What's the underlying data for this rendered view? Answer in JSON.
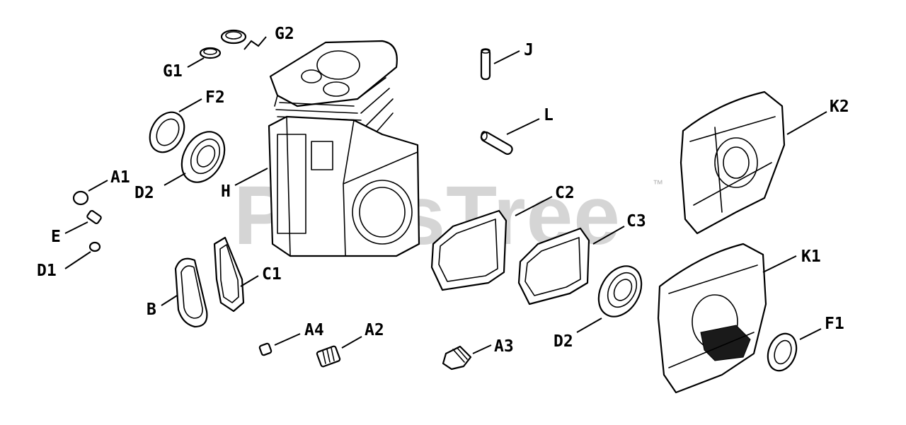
{
  "watermark": {
    "text": "PartsTree",
    "trademark": "™"
  },
  "callouts": {
    "G2": "G2",
    "G1": "G1",
    "F2": "F2",
    "D2a": "D2",
    "A1": "A1",
    "H": "H",
    "E": "E",
    "D1": "D1",
    "B": "B",
    "C1": "C1",
    "A4": "A4",
    "A2": "A2",
    "J": "J",
    "L": "L",
    "C2": "C2",
    "C3": "C3",
    "A3": "A3",
    "D2b": "D2",
    "K2": "K2",
    "K1": "K1",
    "F1": "F1"
  }
}
